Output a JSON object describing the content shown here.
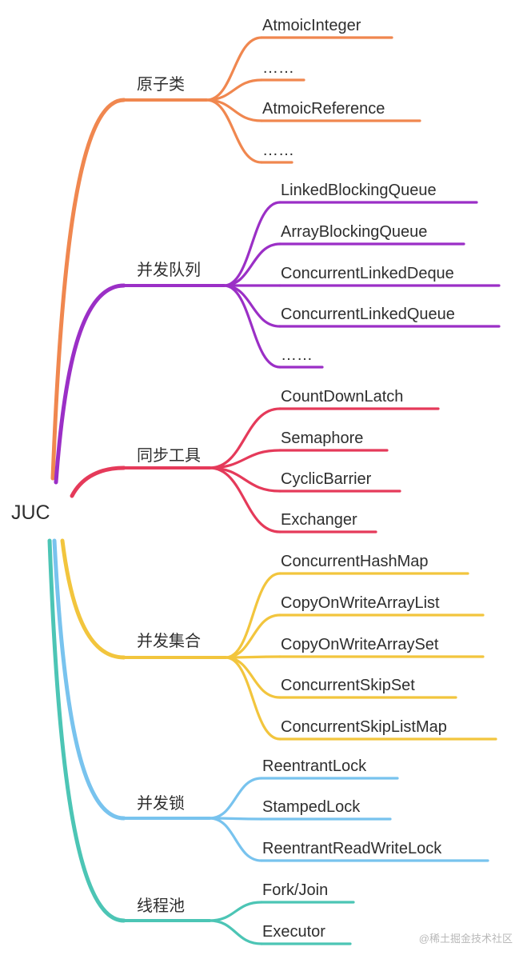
{
  "root": {
    "label": "JUC"
  },
  "branches": [
    {
      "label": "原子类",
      "color": "#F0874F",
      "leaves": [
        "AtmoicInteger",
        "……",
        "AtmoicReference",
        "……"
      ]
    },
    {
      "label": "并发队列",
      "color": "#9B2FC6",
      "leaves": [
        "LinkedBlockingQueue",
        "ArrayBlockingQueue",
        "ConcurrentLinkedDeque",
        "ConcurrentLinkedQueue",
        "……"
      ]
    },
    {
      "label": "同步工具",
      "color": "#E53A5A",
      "leaves": [
        "CountDownLatch",
        "Semaphore",
        "CyclicBarrier",
        "Exchanger"
      ]
    },
    {
      "label": "并发集合",
      "color": "#F2C53D",
      "leaves": [
        "ConcurrentHashMap",
        "CopyOnWriteArrayList",
        "CopyOnWriteArraySet",
        "ConcurrentSkipSet",
        "ConcurrentSkipListMap"
      ]
    },
    {
      "label": "并发锁",
      "color": "#78C3EE",
      "leaves": [
        "ReentrantLock",
        "StampedLock",
        "ReentrantReadWriteLock"
      ]
    },
    {
      "label": "线程池",
      "color": "#4CC5B5",
      "leaves": [
        "Fork/Join",
        "Executor"
      ]
    }
  ],
  "watermark": "@稀土掘金技术社区"
}
